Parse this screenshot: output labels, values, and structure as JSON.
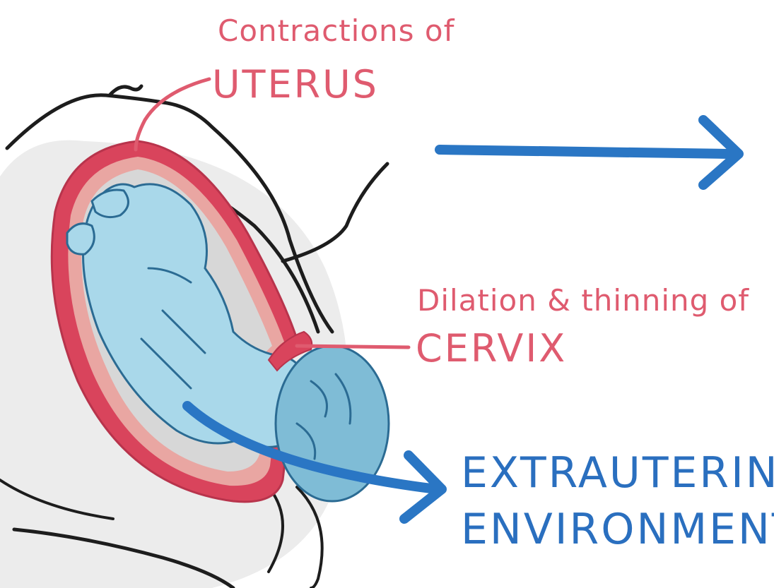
{
  "colors": {
    "background": "#ffffff",
    "uterus_wall": "#d9445c",
    "uterus_inner": "#e9a6a2",
    "annotation_text": "#df5b6f",
    "fetus_fill": "#a9d8ea",
    "fetus_stroke": "#2b6b93",
    "arrow": "#2a76c4",
    "environment_text": "#2a6fbf",
    "outline": "#1d1d1d",
    "shadow": "#ececec"
  },
  "icons": {
    "right_arrow": "right-arrow-icon",
    "birth_arrow": "curved-arrow-icon"
  },
  "labels": {
    "uterus_caption": "Contractions of",
    "uterus_name": "UTERUS",
    "cervix_caption": "Dilation & thinning of",
    "cervix_name": "CERVIX",
    "environment_line1": "EXTRAUTERINE",
    "environment_line2": "ENVIRONMENT"
  }
}
